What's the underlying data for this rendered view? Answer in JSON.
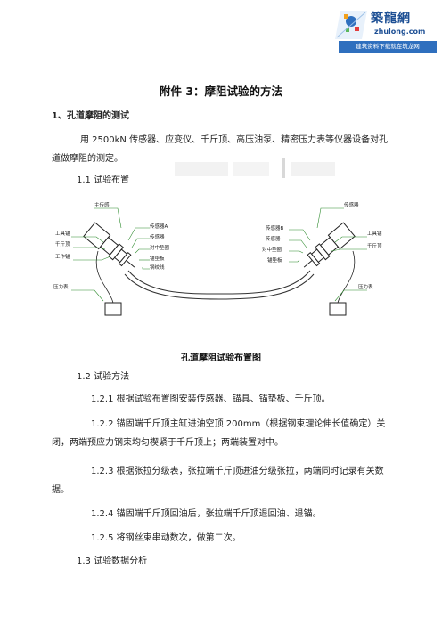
{
  "logo": {
    "title": "築龍網",
    "url": "zhulong.com",
    "banner": "建筑资料下载就在筑龙网"
  },
  "doc": {
    "title": "附件 3：摩阻试验的方法",
    "section1_heading": "1、孔道摩阻的测试",
    "section1_para": "用 2500kN 传感器、应变仪、千斤顶、高压油泵、精密压力表等仪器设备对孔道做摩阻的测定。",
    "sub_1_1": "1.1 试验布置",
    "figure_caption": "孔道摩阻试验布置图",
    "sub_1_2": "1.2 试验方法",
    "step_1_2_1": "1.2.1 根据试验布置图安装传感器、锚具、锚垫板、千斤顶。",
    "step_1_2_2": "1.2.2 锚固端千斤顶主缸进油空顶 200mm（根据钢束理论伸长值确定）关闭，两端预应力钢束均匀楔紧于千斤顶上；两端装置对中。",
    "step_1_2_3": "1.2.3 根据张拉分级表，张拉端千斤顶进油分级张拉，两端同时记录有关数据。",
    "step_1_2_4": "1.2.4 锚固端千斤顶回油后，张拉端千斤顶退回油、退锚。",
    "step_1_2_5": "1.2.5 将钢丝束串动数次，做第二次。",
    "sub_1_3": "1.3 试验数据分析"
  },
  "diagram": {
    "left_labels": [
      "主传感",
      "工具锚",
      "千斤顶",
      "工作锚",
      "传感器A",
      "传感器",
      "对中垫圈",
      "锚垫板",
      "钢绞线",
      "压力表"
    ],
    "right_labels": [
      "传感器",
      "传感器B",
      "传感器",
      "对中垫圈",
      "锚垫板",
      "工具锚",
      "千斤顶",
      "压力表"
    ]
  },
  "colors": {
    "accent": "#1d4f94",
    "diagram_label": "#2e8b2e"
  }
}
